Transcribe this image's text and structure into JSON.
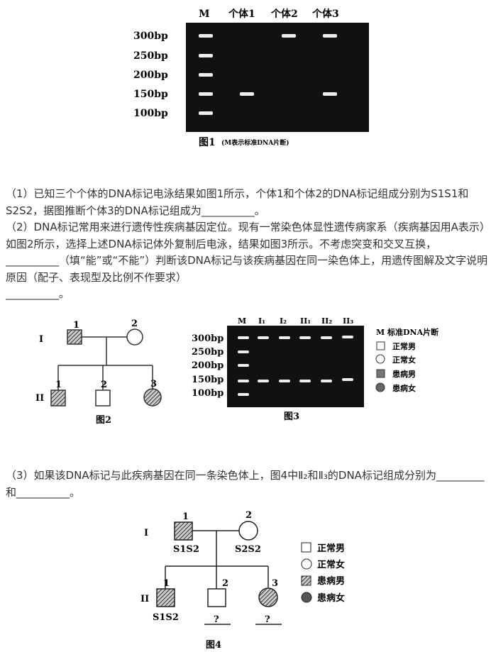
{
  "figure1": {
    "lane_headers": [
      "M",
      "个体1",
      "个体2",
      "个体3"
    ],
    "size_labels": [
      "300bp",
      "250bp",
      "200bp",
      "150bp",
      "100bp"
    ],
    "caption": "图1",
    "caption_note": "(M表示标准DNA片断)"
  },
  "question": {
    "p1": "（1）已知三个个体的DNA标记电泳结果如图1所示，个体1和个体2的DNA标记组成分别为S1S1和S2S2，据图推断个体3的DNA标记组成为__________。",
    "p2": "（2）DNA标记常用来进行遗传性疾病基因定位。现有一常染色体显性遗传病家系（疾病基因用A表示）如图2所示，选择上述DNA标记体外复制后电泳，结果如图3所示。不考虑突变和交叉互换，__________（填“能”或“不能”）判断该DNA标记与该疾病基因在同一染色体上，用遗传图解及文字说明原因（配子、表现型及比例不作要求）",
    "p2_tail": "__________。",
    "p3": "（3）如果该DNA标记与此疾病基因在同一条染色体上，图4中Ⅱ₂和Ⅱ₃的DNA标记组成分别为_________和__________。"
  },
  "figure2": {
    "gen1": "I",
    "gen2": "II",
    "n1": "1",
    "n2": "2",
    "c1": "1",
    "c2": "2",
    "c3": "3",
    "caption": "图2"
  },
  "figure3": {
    "lane_headers": [
      "M",
      "I₁",
      "I₂",
      "II₁",
      "II₂",
      "II₃"
    ],
    "size_labels": [
      "300bp",
      "250bp",
      "200bp",
      "150bp",
      "100bp"
    ],
    "caption": "图3",
    "legend": [
      "M  标准DNA片断",
      "正常男",
      "正常女",
      "患病男",
      "患病女"
    ]
  },
  "figure4": {
    "gen1": "I",
    "gen2": "II",
    "n1": "1",
    "n2": "2",
    "c1": "1",
    "c2": "2",
    "c3": "3",
    "f_label": "S1S2",
    "m_label": "S2S2",
    "c1_label": "S1S2",
    "c2_label": "?",
    "c3_label": "?",
    "caption": "图4",
    "legend": [
      "正常男",
      "正常女",
      "患病男",
      "患病女"
    ]
  }
}
